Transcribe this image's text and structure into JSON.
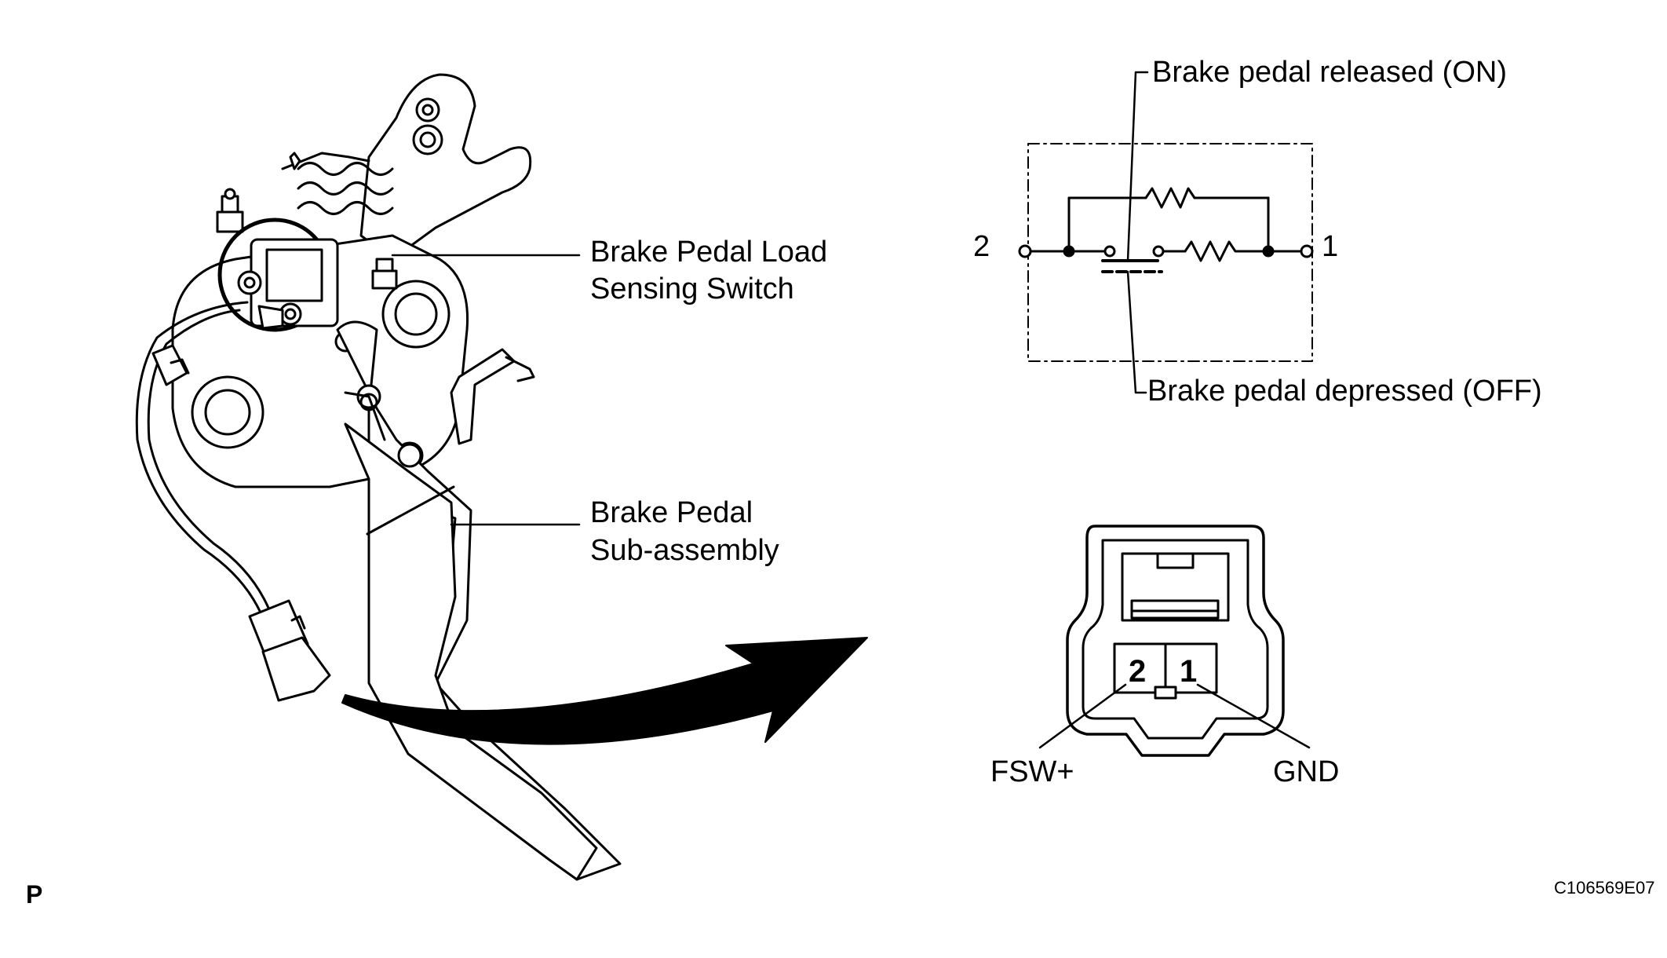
{
  "labels": {
    "load_sensing_switch_line1": "Brake Pedal Load",
    "load_sensing_switch_line2": "Sensing Switch",
    "sub_assembly_line1": "Brake Pedal",
    "sub_assembly_line2": "Sub-assembly",
    "released": "Brake pedal released (ON)",
    "depressed": "Brake pedal depressed (OFF)",
    "terminal_left": "2",
    "terminal_right": "1",
    "connector_pin_left": "2",
    "connector_pin_right": "1",
    "pin_left_name": "FSW+",
    "pin_right_name": "GND",
    "corner_mark": "P",
    "figure_code": "C106569E07"
  }
}
